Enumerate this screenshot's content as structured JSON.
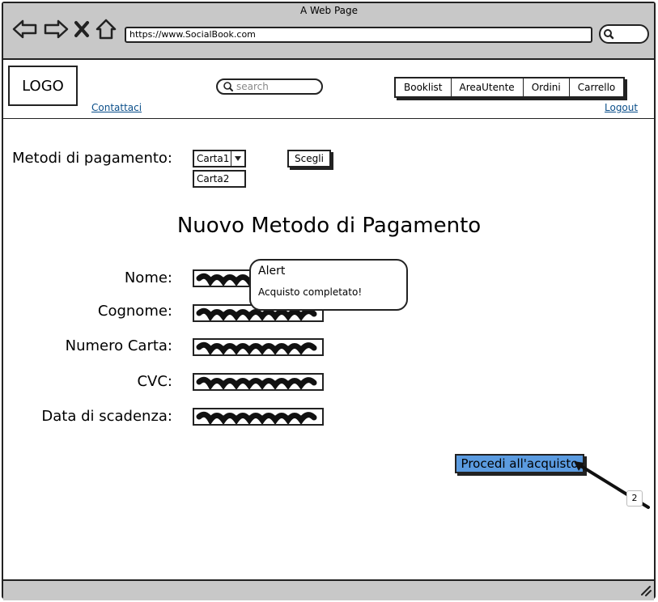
{
  "window": {
    "title": "A Web Page",
    "url": "https://www.SocialBook.com"
  },
  "header": {
    "logo": "LOGO",
    "contact_link": "Contattaci",
    "search_placeholder": "search",
    "menu": [
      "Booklist",
      "AreaUtente",
      "Ordini",
      "Carrello"
    ],
    "logout_link": "Logout"
  },
  "payment": {
    "methods_label": "Metodi di pagamento:",
    "selected_method": "Carta1",
    "other_option": "Carta2",
    "choose_button": "Scegli"
  },
  "form": {
    "title": "Nuovo Metodo di Pagamento",
    "fields": [
      "Nome:",
      "Cognome:",
      "Numero Carta:",
      "CVC:",
      "Data di scadenza:"
    ]
  },
  "alert": {
    "title": "Alert",
    "message": "Acquisto completato!"
  },
  "actions": {
    "proceed_button": "Procedi all'acquisto"
  },
  "annotation": {
    "badge": "2"
  },
  "colors": {
    "primary_button": "#5b9be0",
    "chrome": "#c8c8c8",
    "link": "#0b4f8a"
  }
}
